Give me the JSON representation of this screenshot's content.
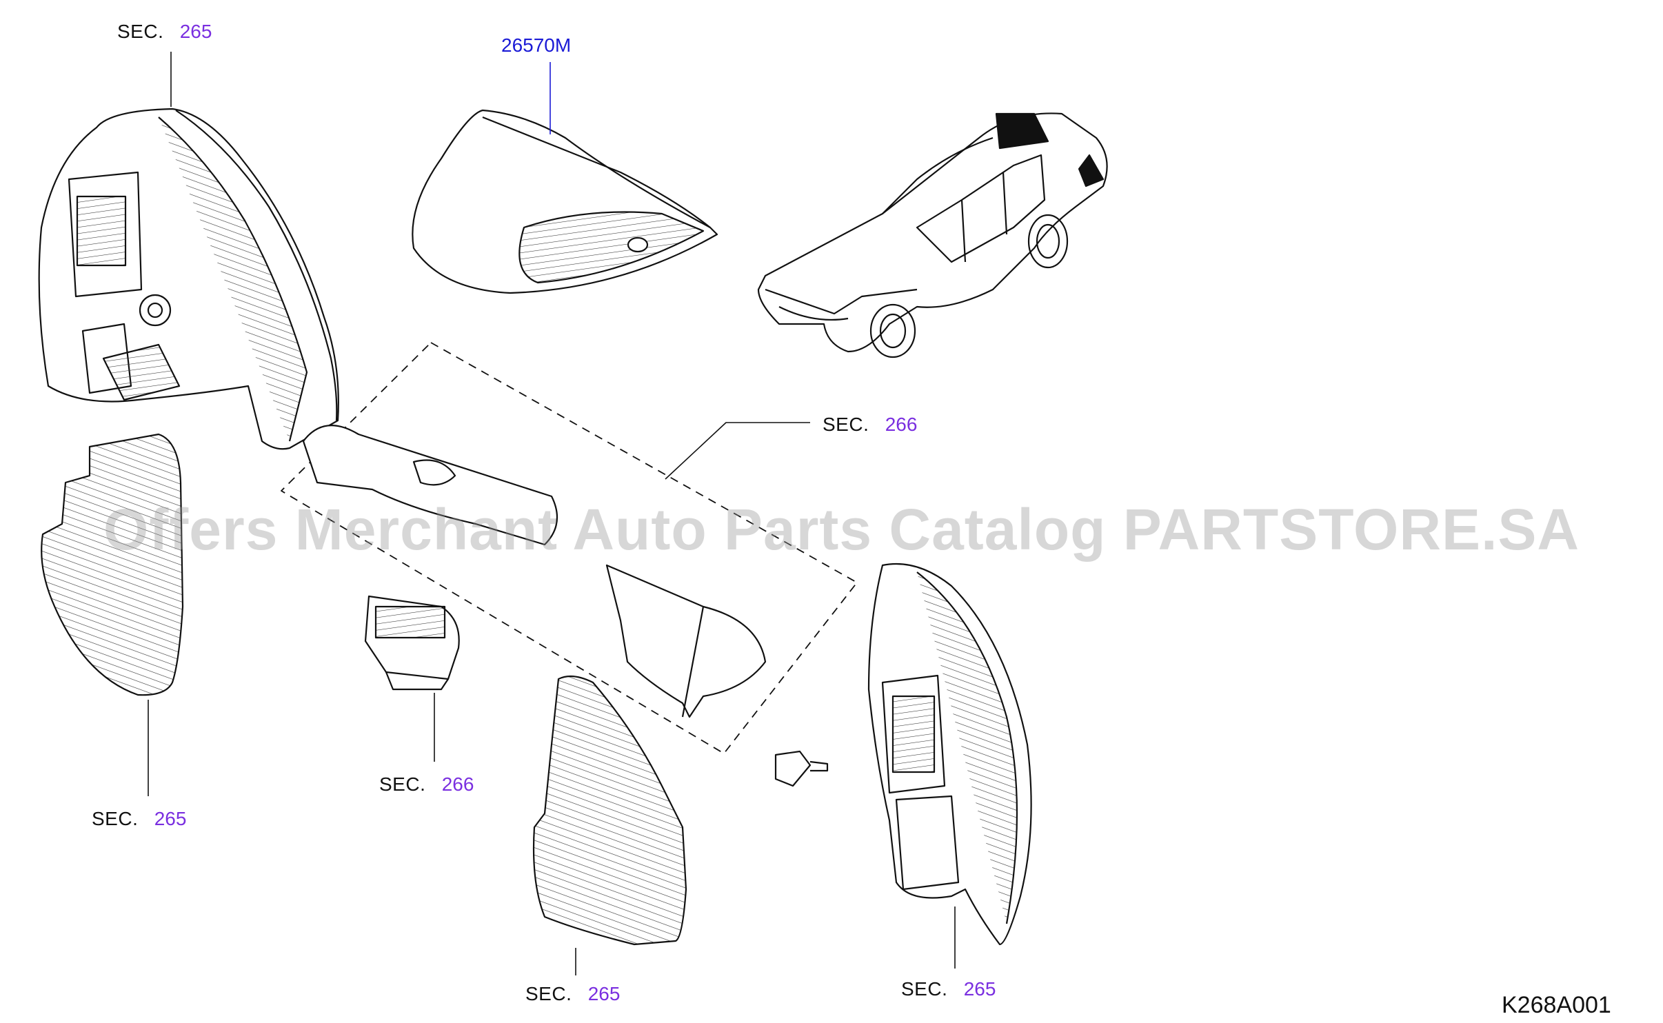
{
  "callouts": {
    "c1": {
      "prefix": "SEC.",
      "number": "265"
    },
    "c2": {
      "prefix": "SEC.",
      "number": "266"
    },
    "c3": {
      "prefix": "SEC.",
      "number": "265"
    },
    "c4": {
      "prefix": "SEC.",
      "number": "266"
    },
    "c5": {
      "prefix": "SEC.",
      "number": "265"
    },
    "c6": {
      "prefix": "SEC.",
      "number": "265"
    }
  },
  "part_number": "26570M",
  "diagram_code": "K268A001",
  "watermark": "Offers Merchant Auto Parts Catalog PARTSTORE.SA",
  "colors": {
    "section_number": "#7a2fe0",
    "part_number": "#1a1ad6",
    "line_art": "#111111"
  }
}
